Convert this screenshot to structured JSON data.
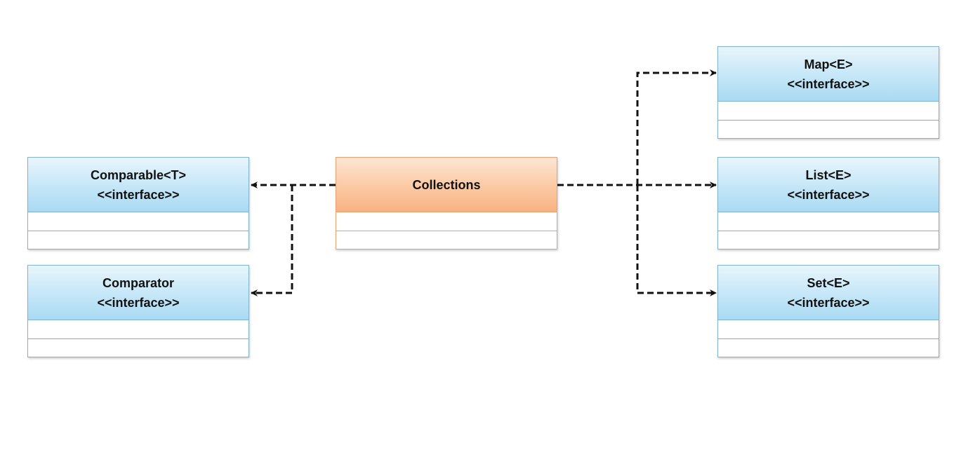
{
  "classes": {
    "collections": {
      "name": "Collections"
    },
    "comparable": {
      "name": "Comparable<T>",
      "stereotype": "<<interface>>"
    },
    "comparator": {
      "name": "Comparator",
      "stereotype": "<<interface>>"
    },
    "map": {
      "name": "Map<E>",
      "stereotype": "<<interface>>"
    },
    "list": {
      "name": "List<E>",
      "stereotype": "<<interface>>"
    },
    "set": {
      "name": "Set<E>",
      "stereotype": "<<interface>>"
    }
  },
  "relationships": [
    {
      "from": "Collections",
      "to": "Comparable<T>",
      "style": "dashed-arrow"
    },
    {
      "from": "Collections",
      "to": "Comparator",
      "style": "dashed-arrow"
    },
    {
      "from": "Collections",
      "to": "Map<E>",
      "style": "dashed-arrow"
    },
    {
      "from": "Collections",
      "to": "List<E>",
      "style": "dashed-arrow"
    },
    {
      "from": "Collections",
      "to": "Set<E>",
      "style": "dashed-arrow"
    }
  ],
  "colors": {
    "interface_fill": "#a9daf3",
    "interface_border": "#7fb2cc",
    "class_fill": "#f8b283",
    "class_border": "#e8a070",
    "connector": "#111111"
  }
}
